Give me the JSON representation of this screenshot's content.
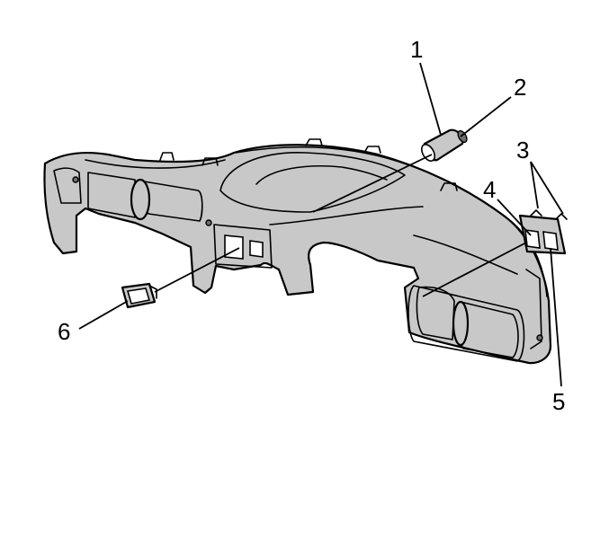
{
  "diagram": {
    "callouts": [
      {
        "label": "1"
      },
      {
        "label": "2"
      },
      {
        "label": "3"
      },
      {
        "label": "4"
      },
      {
        "label": "5"
      },
      {
        "label": "6"
      }
    ]
  }
}
